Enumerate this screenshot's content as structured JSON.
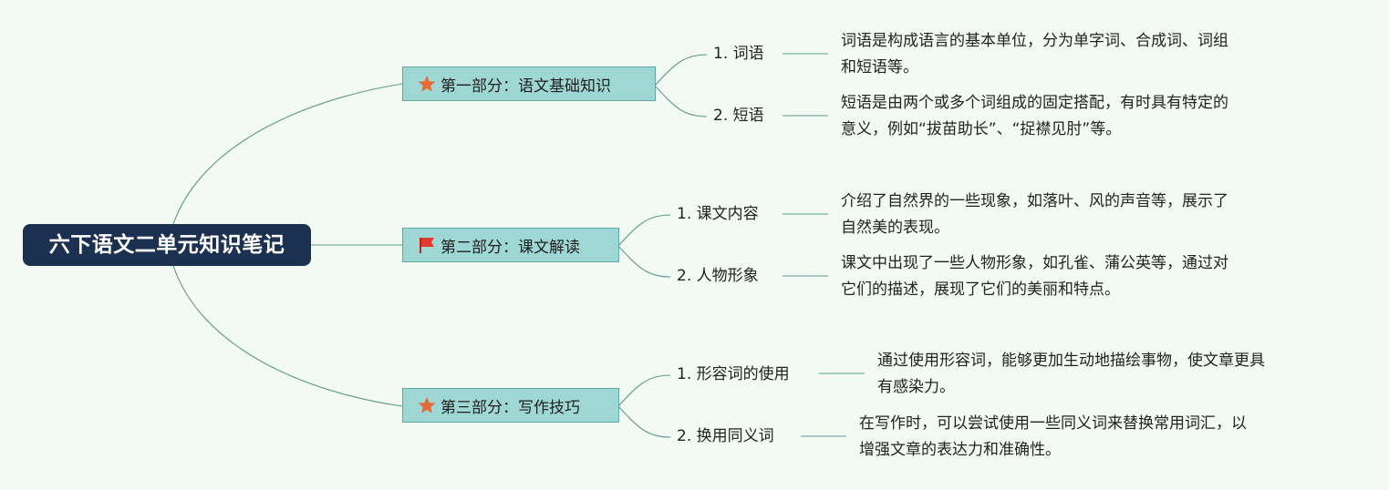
{
  "root": {
    "title": "六下语文二单元知识笔记"
  },
  "colors": {
    "background": "#f3faf3",
    "root": "#1c3150",
    "section": "#9ed7d4",
    "line": "#5e9a8e",
    "star": "#e56a3a",
    "flag": "#e23a2e"
  },
  "sections": [
    {
      "icon": "star-icon",
      "label": "第一部分：语文基础知识",
      "topics": [
        {
          "label": "1. 词语",
          "note": "词语是构成语言的基本单位，分为单字词、合成词、词组\n和短语等。"
        },
        {
          "label": "2. 短语",
          "note": "短语是由两个或多个词组成的固定搭配，有时具有特定的\n意义，例如“拔苗助长”、“捉襟见肘”等。"
        }
      ]
    },
    {
      "icon": "flag-icon",
      "label": "第二部分：课文解读",
      "topics": [
        {
          "label": "1. 课文内容",
          "note": "介绍了自然界的一些现象，如落叶、风的声音等，展示了\n自然美的表现。"
        },
        {
          "label": "2. 人物形象",
          "note": "课文中出现了一些人物形象，如孔雀、蒲公英等，通过对\n它们的描述，展现了它们的美丽和特点。"
        }
      ]
    },
    {
      "icon": "star-icon",
      "label": "第三部分：写作技巧",
      "topics": [
        {
          "label": "1. 形容词的使用",
          "note": "通过使用形容词，能够更加生动地描绘事物，使文章更具\n有感染力。"
        },
        {
          "label": "2. 换用同义词",
          "note": "在写作时，可以尝试使用一些同义词来替换常用词汇，以\n增强文章的表达力和准确性。"
        }
      ]
    }
  ]
}
